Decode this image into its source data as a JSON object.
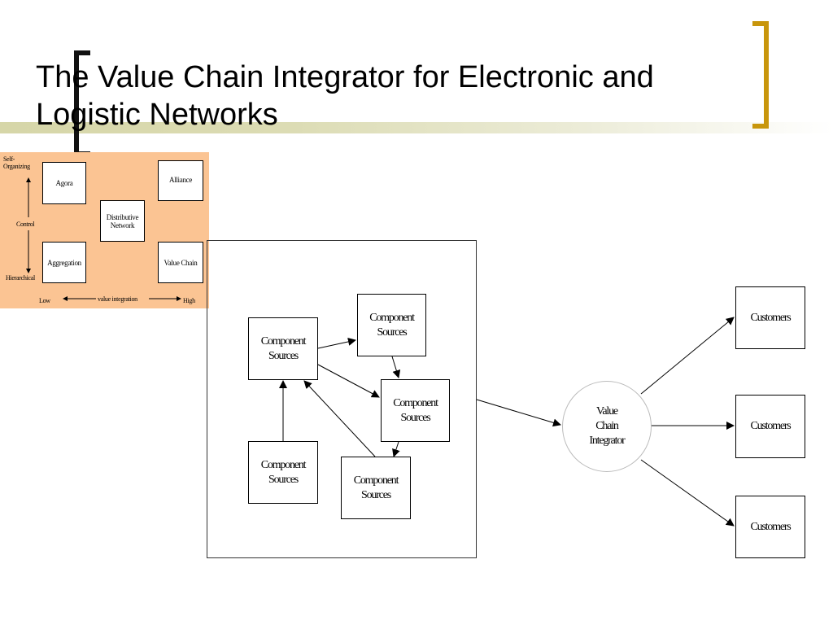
{
  "slide": {
    "title_line1": "The Value Chain Integrator for Electronic and",
    "title_line2": "Logistic Networks"
  },
  "matrix": {
    "axis_top": "Self-\nOrganizing",
    "axis_bottom": "Hierarchical",
    "axis_control": "Control",
    "axis_low": "Low",
    "axis_high": "High",
    "axis_value_integration": "value integration",
    "cells": {
      "agora": "Agora",
      "alliance": "Alliance",
      "distributive_network": "Distributive\nNetwork",
      "aggregation": "Aggregation",
      "value_chain": "Value Chain"
    }
  },
  "diagram": {
    "component_label": "Component\nSources",
    "integrator_label": "Value\nChain\nIntegrator",
    "customer_label": "Customers"
  }
}
